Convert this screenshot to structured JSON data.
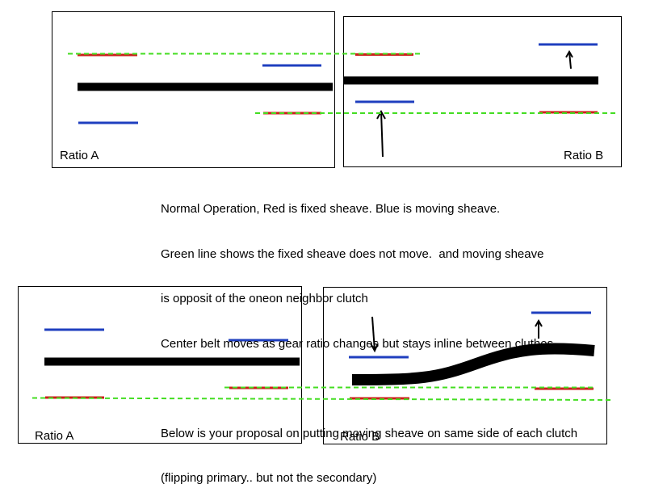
{
  "colors": {
    "fixed_sheave": "#cc1f1a",
    "moving_sheave": "#1f3fbf",
    "reference_line": "#44dd22",
    "belt": "#000000",
    "frame": "#000000"
  },
  "legend": {
    "fixed_sheave": "Red is fixed sheave",
    "moving_sheave": "Blue is moving sheave",
    "reference_line": "Green line shows the fixed sheave does not move"
  },
  "panels": {
    "top_a": {
      "label": "Ratio A"
    },
    "top_b": {
      "label": "Ratio B"
    },
    "bottom_a": {
      "label": "Ratio A"
    },
    "bottom_b": {
      "label": "Ratio B"
    }
  },
  "notes": {
    "lines": [
      "Normal Operation, Red is fixed sheave. Blue is moving sheave.",
      "Green line shows the fixed sheave does not move.  and moving sheave",
      "is opposit of the oneon neighbor clutch",
      "Center belt moves as gear ratio changes but stays inline between cluthes.",
      "",
      "Below is your proposal on putting moving sheave on same side of each clutch",
      "(flipping primary.. but not the secondary)"
    ]
  }
}
